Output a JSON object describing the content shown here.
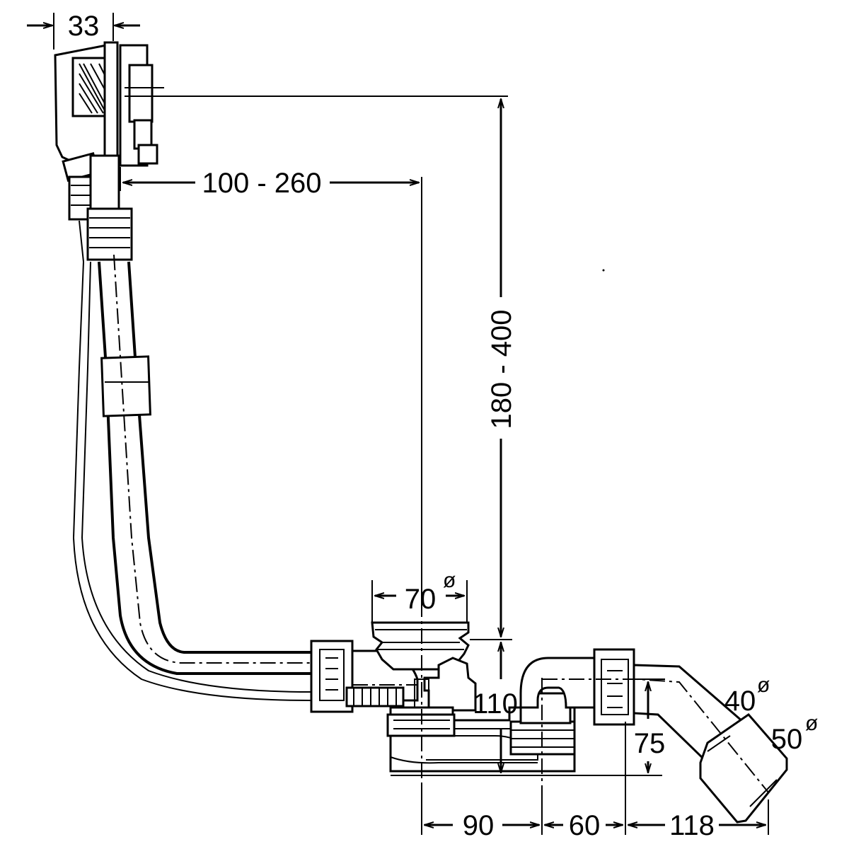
{
  "dimensions": {
    "overflow_width": "33",
    "horizontal_reach": "100 - 260",
    "vertical_reach": "180 - 400",
    "drain_diameter": "70",
    "trap_height": "110",
    "outlet_small_diameter": "40",
    "outlet_large_diameter": "50",
    "outlet_rise": "75",
    "spacing_a": "90",
    "spacing_b": "60",
    "spacing_c": "118",
    "diameter_symbol": "ø"
  }
}
